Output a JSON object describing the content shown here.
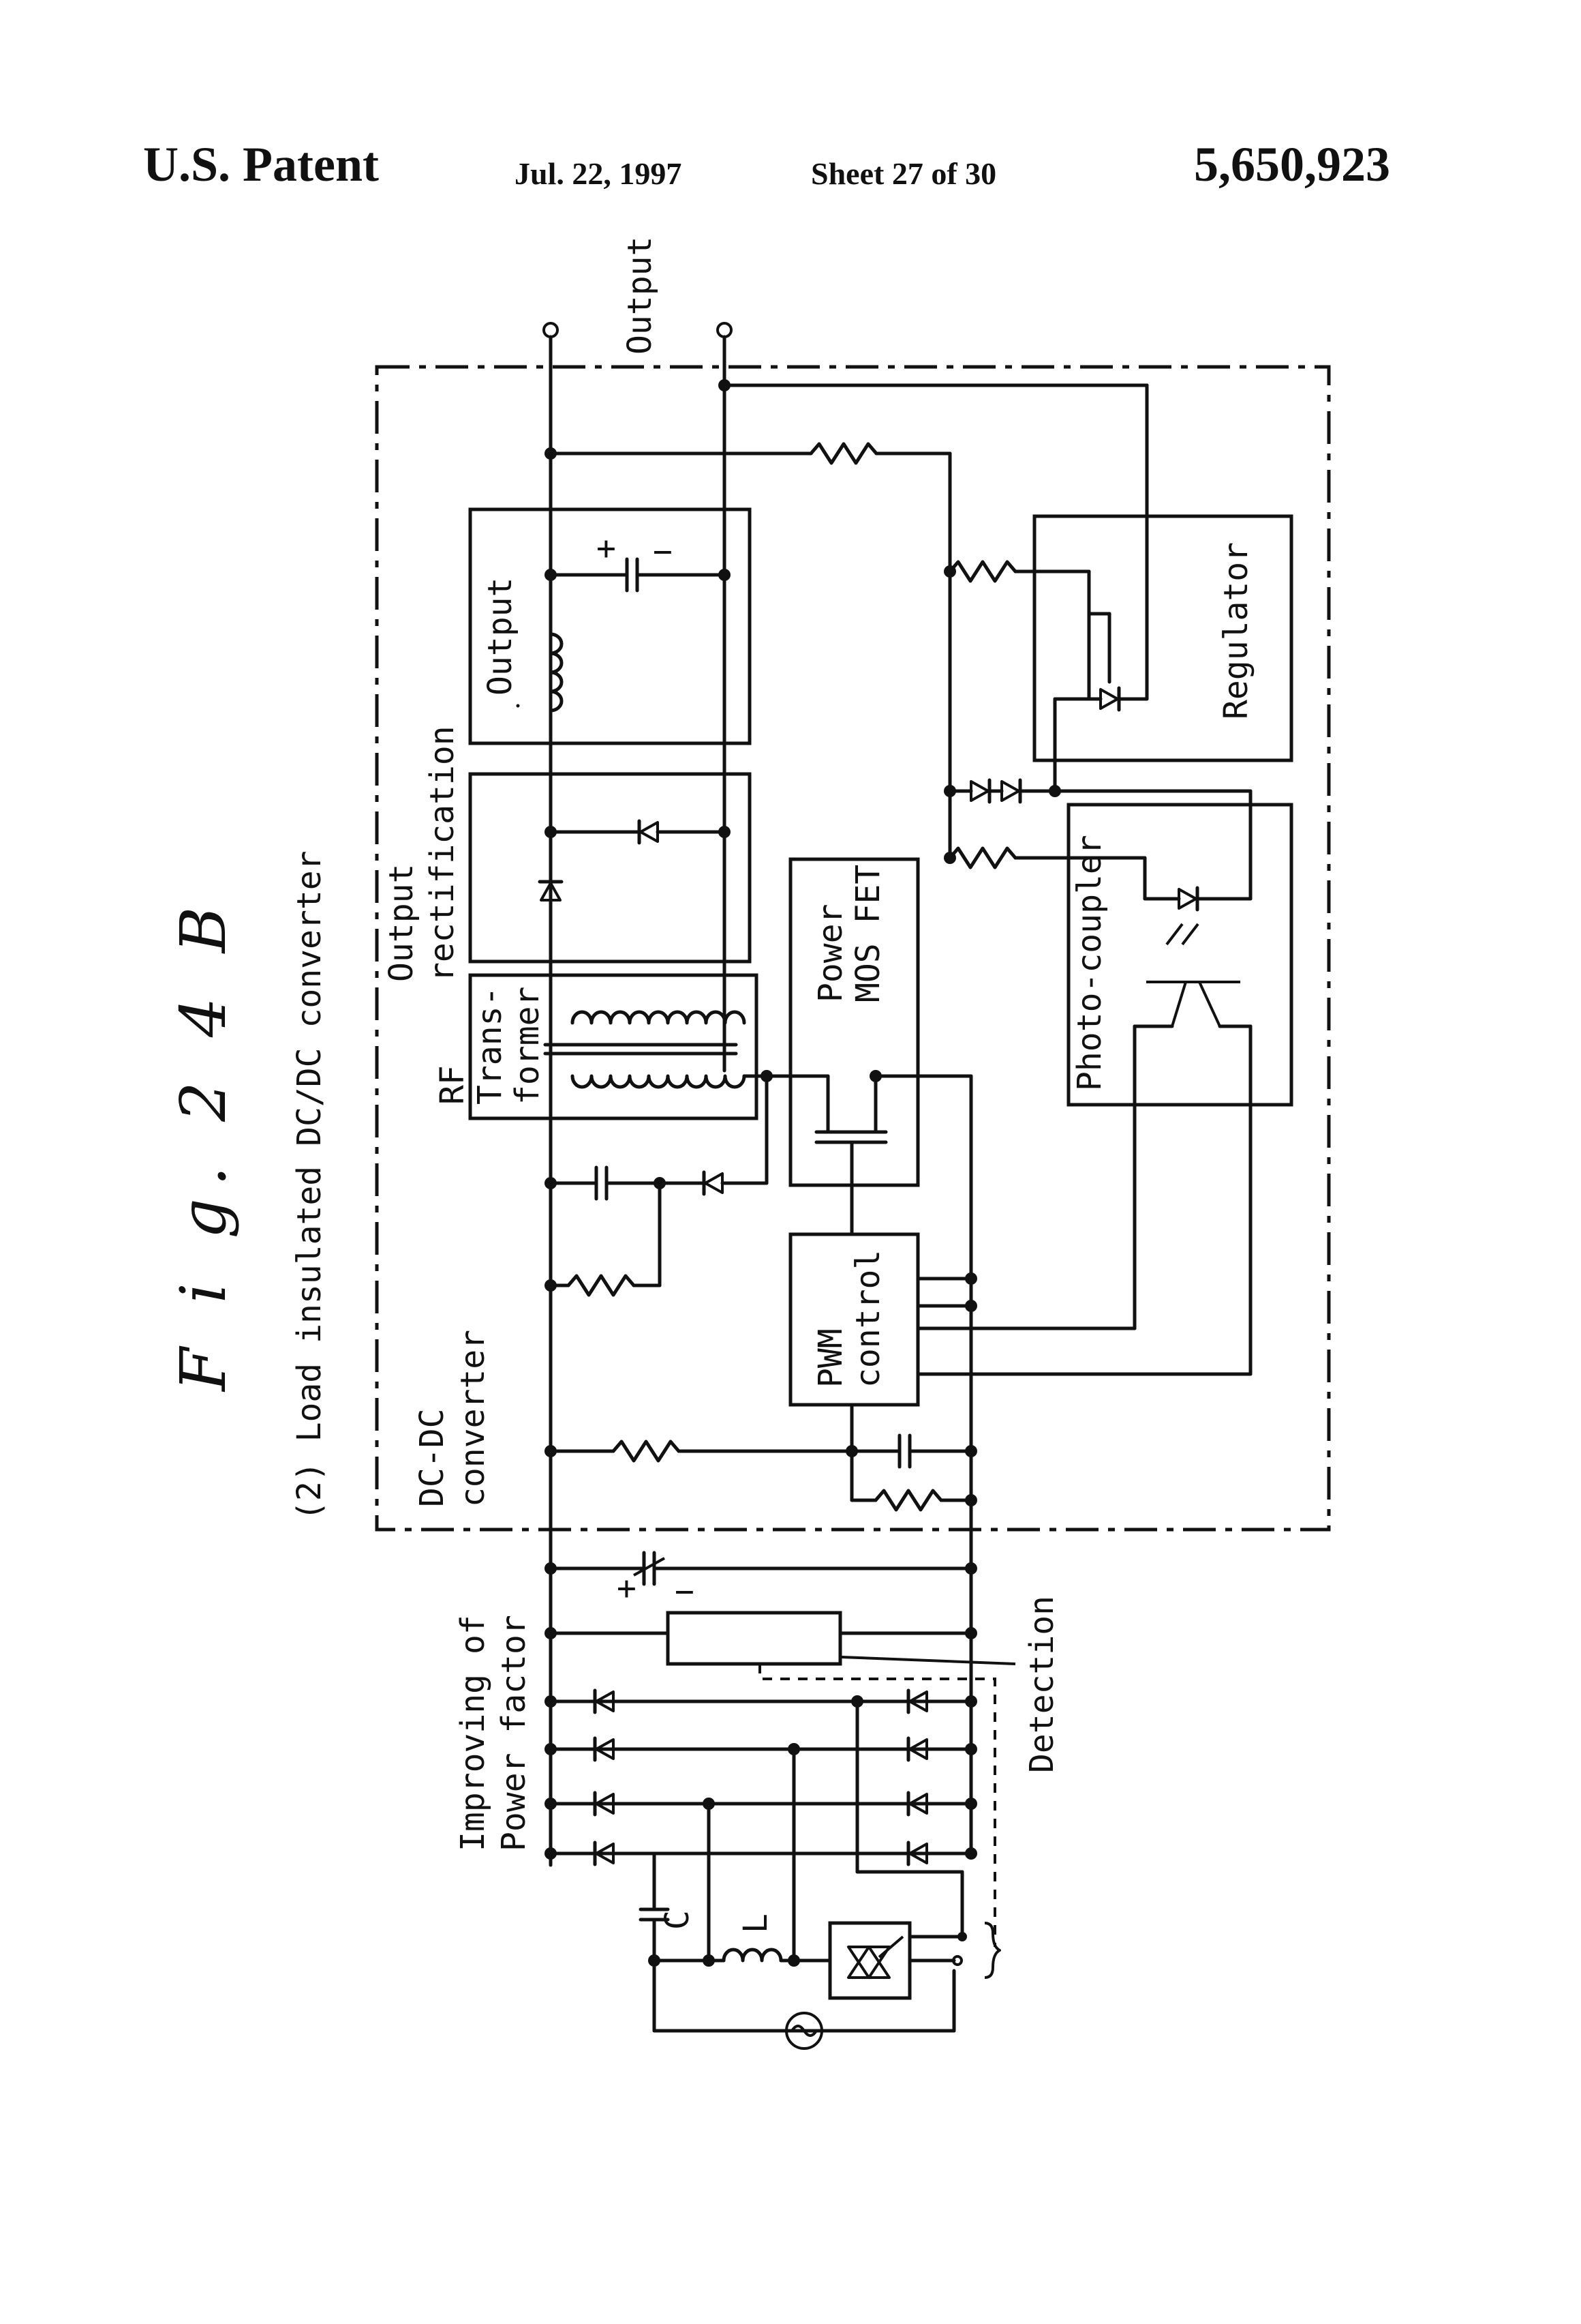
{
  "header": {
    "patent": "U.S. Patent",
    "date": "Jul. 22, 1997",
    "sheet": "Sheet 27 of 30",
    "number": "5,650,923"
  },
  "figure": {
    "label": "F i g. 2 4 B",
    "subtitle": "(2) Load insulated DC/DC converter"
  },
  "labels": {
    "output_terminal": "Output",
    "output_block": "Output",
    "output_rect_1": "Output",
    "output_rect_2": "rectification",
    "transformer_1": "RF",
    "transformer_2": "Trans-",
    "transformer_3": "former",
    "mosfet_1": "Power",
    "mosfet_2": "MOS FET",
    "pwm_1": "PWM",
    "pwm_2": "control",
    "regulator": "Regulator",
    "photocoupler": "Photo-coupler",
    "dcdc_1": "DC-DC",
    "dcdc_2": "converter",
    "pfc_1": "Improving of",
    "pfc_2": "Power factor",
    "detection": "Detection",
    "cap_c": "C",
    "ind_l": "L",
    "plus": "+",
    "minus": "−"
  }
}
